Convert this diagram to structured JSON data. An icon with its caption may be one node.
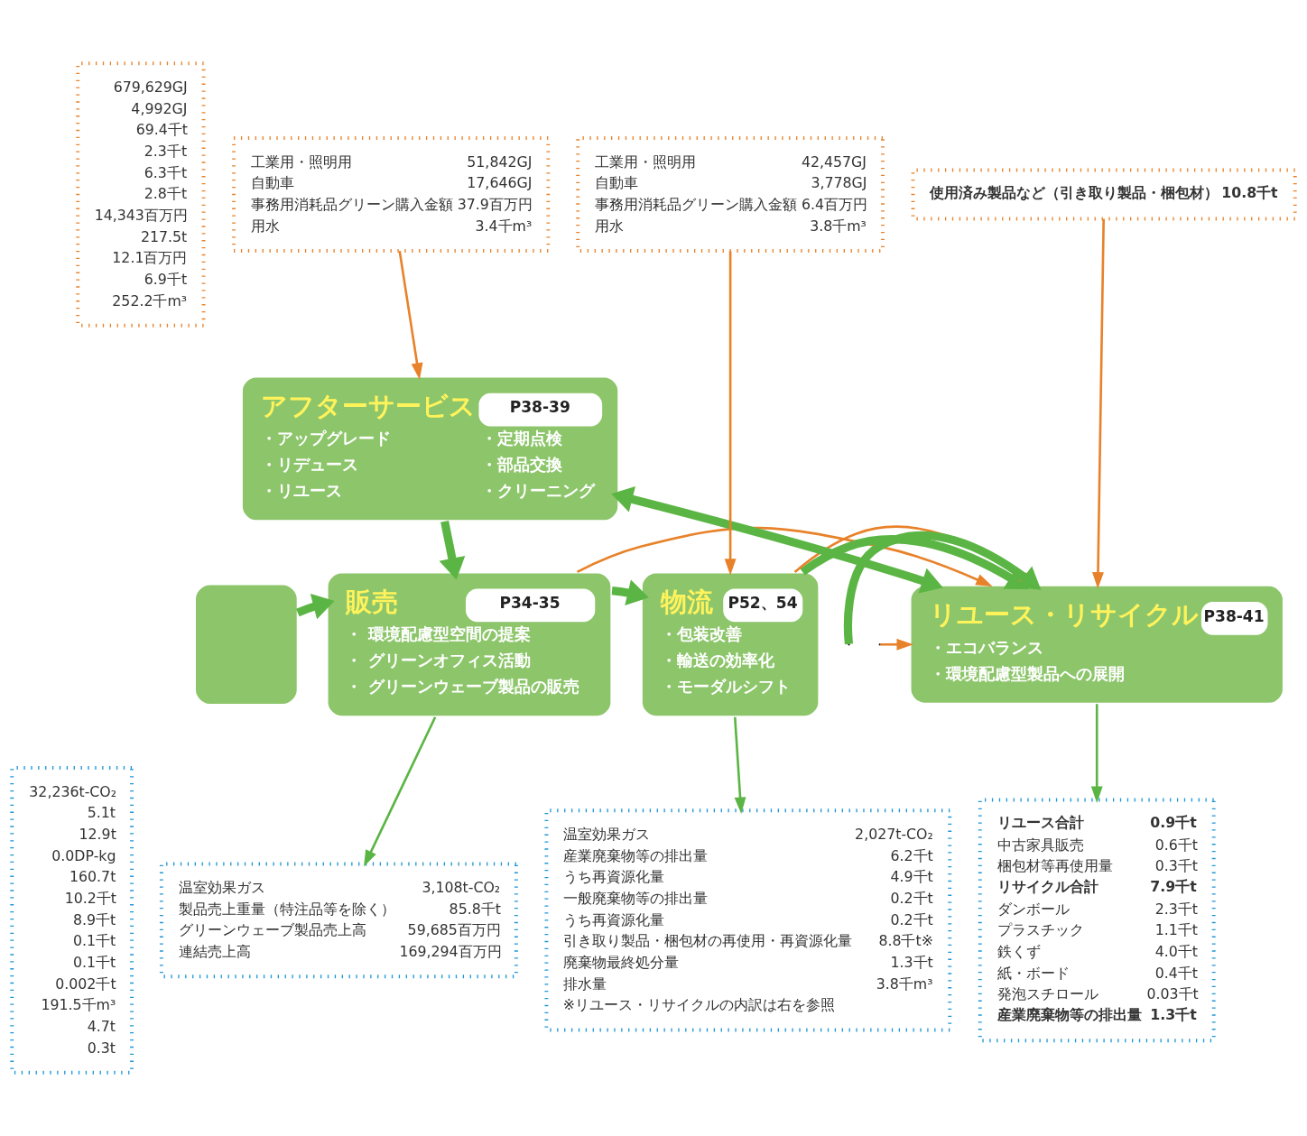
{
  "diagram": {
    "nodes": [
      {
        "text": [],
        "shape": "box"
      },
      {
        "text": [
          "アフターサービス",
          "P38-39",
          "・アップグレード",
          "・定期点検",
          "・リデュース",
          "・部品交換",
          "・リユース",
          "・クリーニング"
        ]
      },
      {
        "text": [
          "販売",
          "P34-35",
          "・ 環境配慮型空間の提案",
          "・ グリーンオフィス活動",
          "・ グリーンウェーブ製品の販売"
        ]
      },
      {
        "text": [
          "物流",
          "P52、54",
          "・包装改善",
          "・輸送の効率化",
          "・モーダルシフト"
        ]
      },
      {
        "text": [
          "リユース・リサイクル",
          "P38-41",
          "・エコバランス",
          "・環境配慮型製品への展開"
        ]
      },
      {
        "text": [
          "679,629GJ",
          "4,992GJ",
          "69.4千t",
          "2.3千t",
          "6.3千t",
          "2.8千t",
          "14,343百万円",
          "217.5t",
          "12.1百万円",
          "6.9千t",
          "252.2千m³"
        ]
      },
      {
        "text": [
          "工業用・照明用",
          "51,842GJ",
          "自動車",
          "17,646GJ",
          "事務用消耗品グリーン購入金額",
          "37.9百万円",
          "用水",
          "3.4千m³"
        ]
      },
      {
        "text": [
          "工業用・照明用",
          "42,457GJ",
          "自動車",
          "3,778GJ",
          "事務用消耗品グリーン購入金額",
          "6.4百万円",
          "用水",
          "3.8千m³"
        ]
      },
      {
        "text": [
          "使用済み製品など（引き取り製品・梱包材）",
          "10.8千t"
        ]
      },
      {
        "text": [
          "32,236t-CO₂",
          "5.1t",
          "12.9t",
          "0.0DP-kg",
          "160.7t",
          "10.2千t",
          "8.9千t",
          "0.1千t",
          "0.1千t",
          "0.002千t",
          "191.5千m³",
          "4.7t",
          "0.3t"
        ]
      },
      {
        "text": [
          "温室効果ガス",
          "3,108t-CO₂",
          "製品売上重量（特注品等を除く）",
          "85.8千t",
          "グリーンウェーブ製品売上高",
          "59,685百万円",
          "連結売上高",
          "169,294百万円"
        ]
      },
      {
        "text": [
          "温室効果ガス",
          "2,027t-CO₂",
          "産業廃棄物等の排出量",
          "6.2千t",
          "うち再資源化量",
          "4.9千t",
          "一般廃棄物等の排出量",
          "0.2千t",
          "うち再資源化量",
          "0.2千t",
          "引き取り製品・梱包材の再使用・再資源化量",
          "8.8千t※",
          "廃棄物最終処分量",
          "1.3千t",
          "排水量",
          "3.8千m³",
          "※リユース・リサイクルの内訳は右を参照"
        ]
      },
      {
        "text": [
          "リユース合計",
          "0.9千t",
          "中古家具販売",
          "0.6千t",
          "梱包材等再使用量",
          "0.3千t",
          "リサイクル合計",
          "7.9千t",
          "ダンボール",
          "2.3千t",
          "プラスチック",
          "1.1千t",
          "鉄くず",
          "4.0千t",
          "紙・ボード",
          "0.4千t",
          "発泡スチロール",
          "0.03千t",
          "産業廃棄物等の排出量",
          "1.3千t"
        ]
      }
    ],
    "edges": [
      {
        "from": 6,
        "to": 1,
        "arrow": "to",
        "color": "#e8822a"
      },
      {
        "from": 7,
        "to": 3,
        "arrow": "to",
        "color": "#e8822a"
      },
      {
        "from": 8,
        "to": 4,
        "arrow": "to",
        "color": "#e8822a"
      },
      {
        "from": 1,
        "to": 2,
        "arrow": "to",
        "style": "thick"
      },
      {
        "from": 0,
        "to": 2,
        "arrow": "to",
        "style": "thick"
      },
      {
        "from": 2,
        "to": 3,
        "arrow": "to",
        "style": "thick"
      },
      {
        "from": 3,
        "to": 4,
        "arrow": "to",
        "style": "thick"
      },
      {
        "from": 4,
        "to": 1,
        "arrow": "both",
        "style": "thick"
      },
      {
        "from": null,
        "to": 4,
        "arrow": "to",
        "style": "thick"
      },
      {
        "from": 2,
        "to": 4,
        "arrow": "to",
        "color": "#e8822a"
      },
      {
        "from": 3,
        "to": 4,
        "arrow": "to",
        "color": "#e8822a"
      },
      {
        "from": null,
        "to": 4,
        "arrow": "to",
        "color": "#e8822a"
      },
      {
        "from": 2,
        "to": 10,
        "arrow": "to"
      },
      {
        "from": 3,
        "to": 11,
        "arrow": "to"
      },
      {
        "from": 4,
        "to": 12,
        "arrow": "to"
      }
    ]
  }
}
